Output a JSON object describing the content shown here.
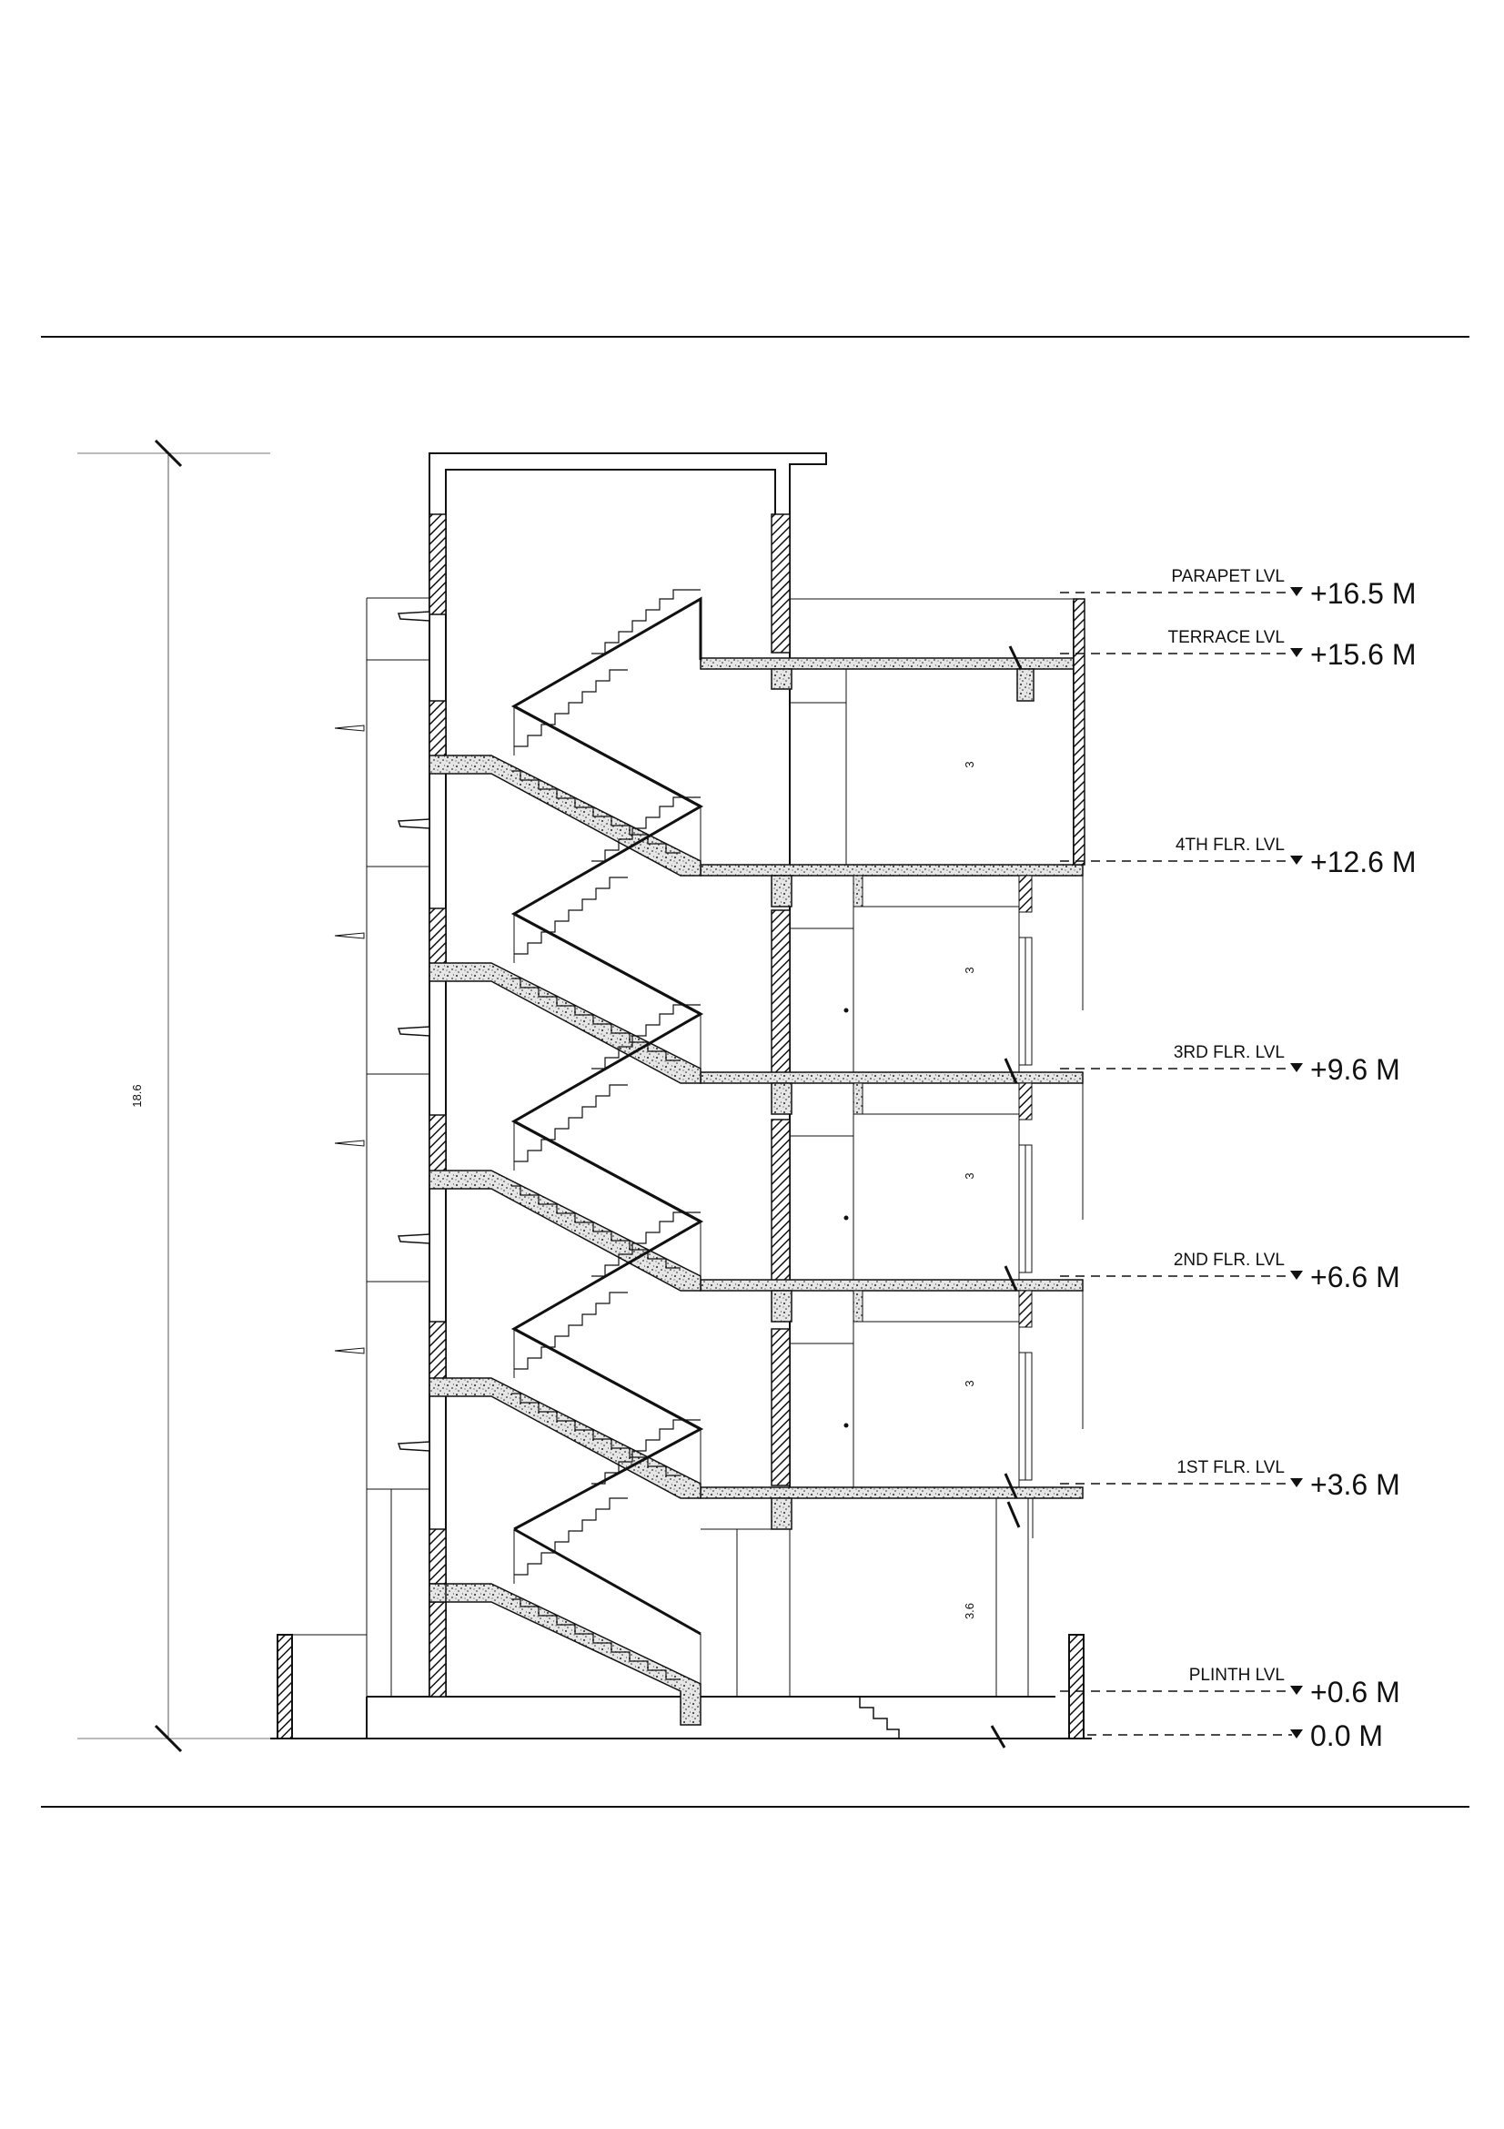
{
  "drawing": {
    "overall_height_dim": "18.6",
    "storey_dims": [
      "3.6",
      "3",
      "3",
      "3",
      "3"
    ],
    "levels": [
      {
        "name": "PARAPET  LVL",
        "value": "+16.5 M"
      },
      {
        "name": "TERRACE  LVL",
        "value": "+15.6 M"
      },
      {
        "name": "4TH FLR. LVL",
        "value": "+12.6 M"
      },
      {
        "name": "3RD FLR. LVL",
        "value": "+9.6 M"
      },
      {
        "name": "2ND FLR. LVL",
        "value": "+6.6 M"
      },
      {
        "name": "1ST FLR. LVL",
        "value": "+3.6 M"
      },
      {
        "name": "PLINTH LVL",
        "value": "+0.6 M"
      },
      {
        "name": "",
        "value": "0.0 M"
      }
    ]
  }
}
